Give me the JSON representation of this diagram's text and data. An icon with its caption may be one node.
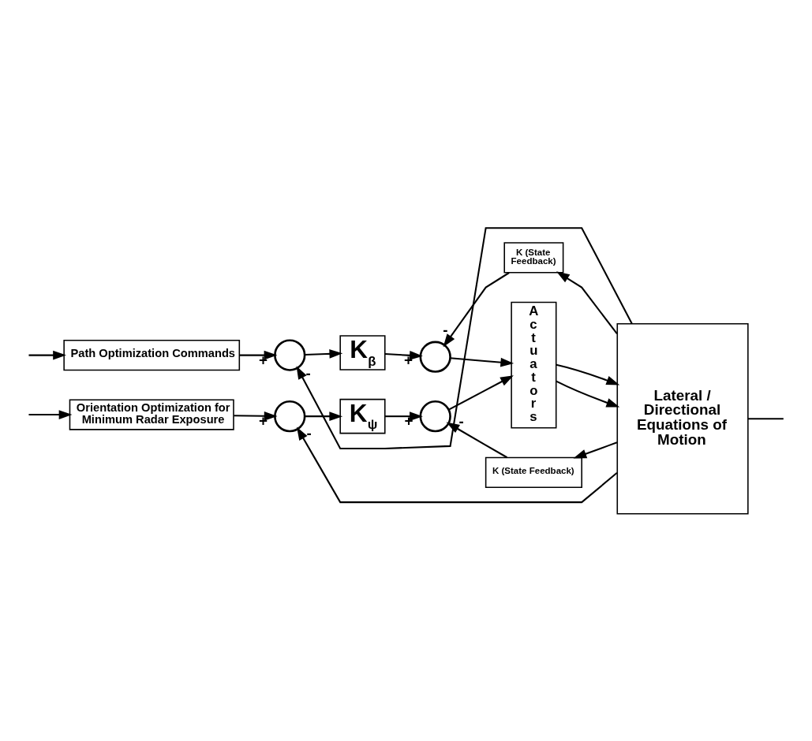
{
  "diagram": {
    "nodes": [
      {
        "text": [
          "Path Optimization Commands"
        ]
      },
      {
        "text": [],
        "shape": "circle"
      },
      {
        "text": [
          "K$_{β}$"
        ]
      },
      {
        "text": [],
        "shape": "circle"
      },
      {
        "text": [
          "K (State Feedback)"
        ]
      },
      {
        "text": [
          "Actuators"
        ]
      },
      {
        "text": [
          "Lateral / Directional Equations of Motion"
        ]
      },
      {
        "text": [],
        "shape": "circle"
      },
      {
        "text": [
          "K$_{ψ}$"
        ]
      },
      {
        "text": [],
        "shape": "circle"
      },
      {
        "text": [
          "K (State Feedback)"
        ]
      },
      {
        "text": [
          "Orientation Optimization for Minimum Radar Exposure"
        ]
      }
    ],
    "edges": [
      {
        "from": 0,
        "to": 1,
        "arrow": "to",
        "label": "+"
      },
      {
        "from": 1,
        "to": 2,
        "arrow": "to"
      },
      {
        "from": 2,
        "to": 3,
        "arrow": "to",
        "label": "+"
      },
      {
        "from": 3,
        "to": 5,
        "arrow": "to"
      },
      {
        "from": 4,
        "to": 3,
        "arrow": "to",
        "label": "-"
      },
      {
        "from": 5,
        "to": 6,
        "arrow": "to"
      },
      {
        "from": 6,
        "to": 4,
        "arrow": "to"
      },
      {
        "from": 6,
        "to": 1,
        "arrow": "to",
        "label": "-"
      },
      {
        "from": null,
        "to": 0,
        "arrow": "to"
      },
      {
        "from": 6,
        "to": null,
        "arrow": "none"
      },
      {
        "from": 11,
        "to": 7,
        "arrow": "to",
        "label": "+"
      },
      {
        "from": 7,
        "to": 8,
        "arrow": "to"
      },
      {
        "from": 8,
        "to": 9,
        "arrow": "to",
        "label": "+"
      },
      {
        "from": 9,
        "to": 5,
        "arrow": "to"
      },
      {
        "from": 10,
        "to": 9,
        "arrow": "to",
        "label": "-"
      },
      {
        "from": 5,
        "to": 6,
        "arrow": "to"
      },
      {
        "from": 6,
        "to": 10,
        "arrow": "to"
      },
      {
        "from": 6,
        "to": 7,
        "arrow": "to",
        "label": "-"
      },
      {
        "from": null,
        "to": 11,
        "arrow": "to"
      }
    ]
  }
}
